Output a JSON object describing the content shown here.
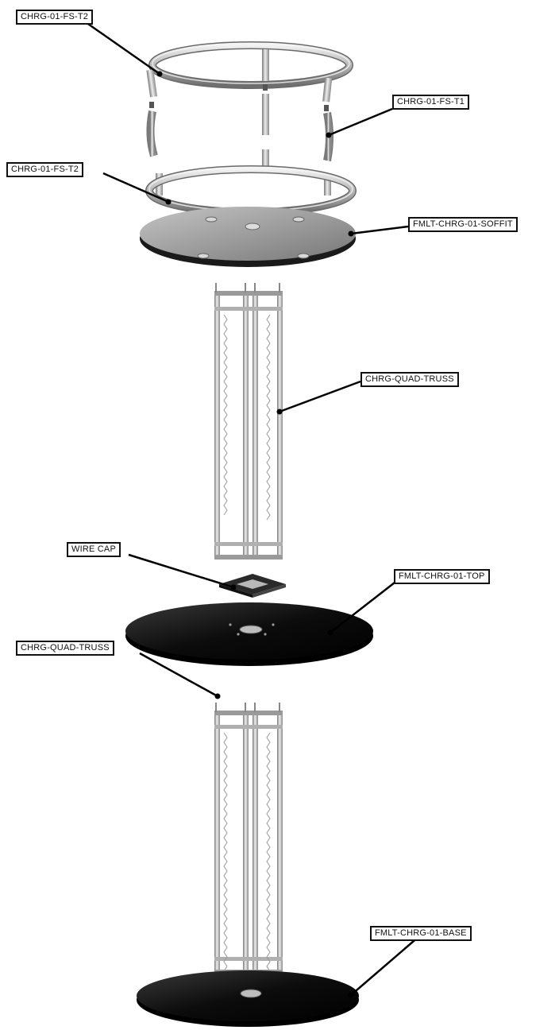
{
  "labels": {
    "ring_top": "CHRG-01-FS-T2",
    "ring_uprights": "CHRG-01-FS-T1",
    "ring_bottom": "CHRG-01-FS-T2",
    "soffit": "FMLT-CHRG-01-SOFFIT",
    "truss_upper": "CHRG-QUAD-TRUSS",
    "wire_cap": "WIRE CAP",
    "top_disc": "FMLT-CHRG-01-TOP",
    "truss_lower": "CHRG-QUAD-TRUSS",
    "base_disc": "FMLT-CHRG-01-BASE"
  },
  "colors": {
    "metal": "#c9c9c9",
    "metal_dark": "#8a8a8a",
    "disc_black": "#111111",
    "soffit_top": "#9a9a9a",
    "leader": "#000000"
  }
}
